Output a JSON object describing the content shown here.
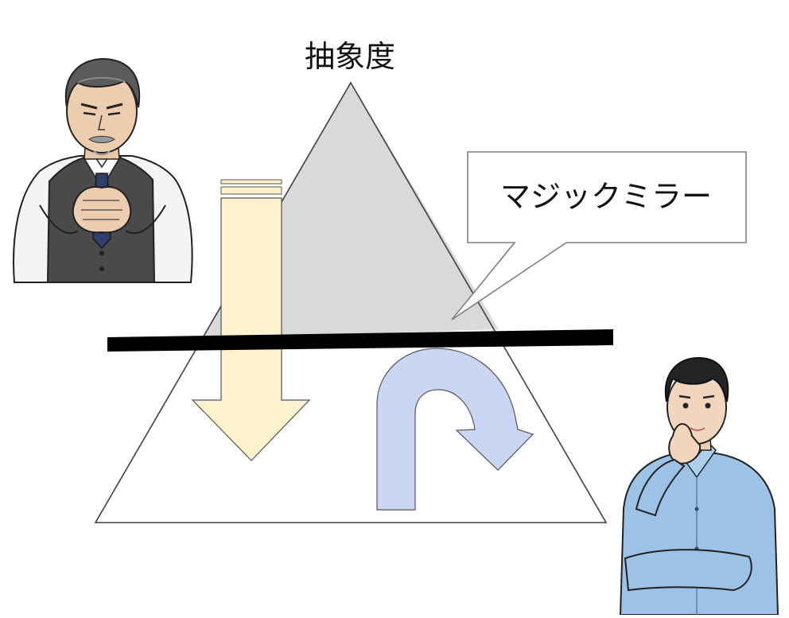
{
  "diagram": {
    "axis_label": "抽象度",
    "callout_text": "マジックミラー",
    "colors": {
      "triangle_upper_fill": "#d9d9d9",
      "triangle_outline": "#404040",
      "mirror_bar": "#000000",
      "down_arrow_fill": "#fff2cc",
      "uturn_arrow_fill": "#c9d7f5",
      "callout_border": "#7f7f7f"
    }
  },
  "characters": {
    "upper_left": {
      "icon": "older-man-in-vest-illustration"
    },
    "lower_right": {
      "icon": "young-man-thinking-illustration"
    }
  }
}
